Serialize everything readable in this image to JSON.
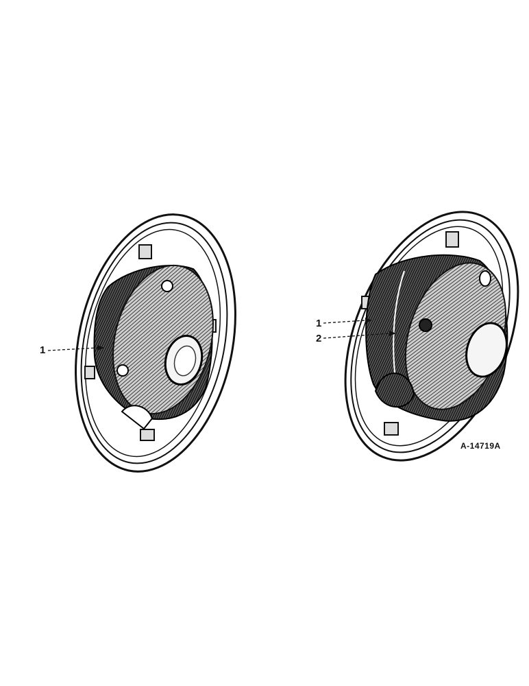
{
  "figure": {
    "id": "A-14719A",
    "callouts": [
      {
        "label": "1",
        "target": "assembly-left"
      },
      {
        "label": "1",
        "target": "assembly-right"
      },
      {
        "label": "2",
        "target": "assembly-right"
      }
    ]
  }
}
